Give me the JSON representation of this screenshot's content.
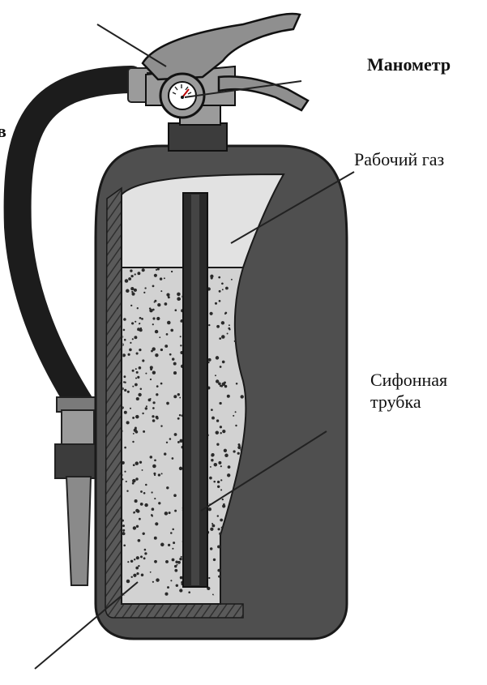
{
  "labels": {
    "manometer": "Манометр",
    "working_gas": "Рабочий газ",
    "siphon_line1": "Сифонная",
    "siphon_line2": "трубка",
    "left_cut_letter": "в"
  },
  "colors": {
    "body": "#4f4f4f",
    "body_dark": "#3c3c3c",
    "hose": "#1c1c1c",
    "metal": "#9b9b9b",
    "gas": "#e2e2e2",
    "powder": "#d2d2d2",
    "dots": "#2a2a2a",
    "leader_line": "#222222"
  },
  "icons": {
    "gauge": "manometer-gauge-icon"
  }
}
